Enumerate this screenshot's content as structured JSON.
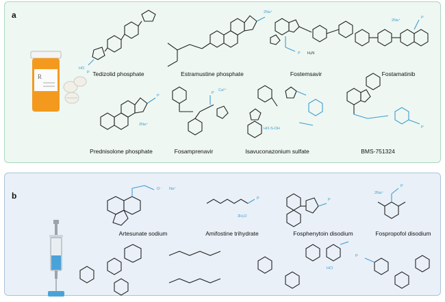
{
  "panel_a": {
    "label": "a",
    "drugs": [
      {
        "name": "Tedizolid phosphate"
      },
      {
        "name": "Estramustine phosphate"
      },
      {
        "name": "Fostemsavir"
      },
      {
        "name": "Fostamatinib"
      },
      {
        "name": "Prednisolone phosphate"
      },
      {
        "name": "Fosamprenavir"
      },
      {
        "name": "Isavuconazonium sulfate"
      },
      {
        "name": "BMS-751324"
      }
    ],
    "annotations": {
      "estramustine_salt": "2Na⁺",
      "fostamatinib_salt": "2Na⁺",
      "prednisolone_salt": "2Na⁺",
      "fosamprenavir_salt": "Ca²⁺"
    },
    "icon": "prescription-pill-bottle-icon"
  },
  "panel_b": {
    "label": "b",
    "drugs": [
      {
        "name": "Artesunate sodium"
      },
      {
        "name": "Amifostine trihydrate"
      },
      {
        "name": "Fosphenytoin disodium"
      },
      {
        "name": "Fospropofol disodium"
      }
    ],
    "annotations": {
      "artesunate_salt": "Na⁺",
      "amifostine_water": "3H₂O",
      "fospropofol_salt": "2Na⁺",
      "hcl_label": "HCl"
    },
    "icon": "syringe-icon"
  },
  "colors": {
    "accent": "#3d9ccf",
    "panel_a_bg": "#eef7f2",
    "panel_b_bg": "#e9f0f7"
  }
}
